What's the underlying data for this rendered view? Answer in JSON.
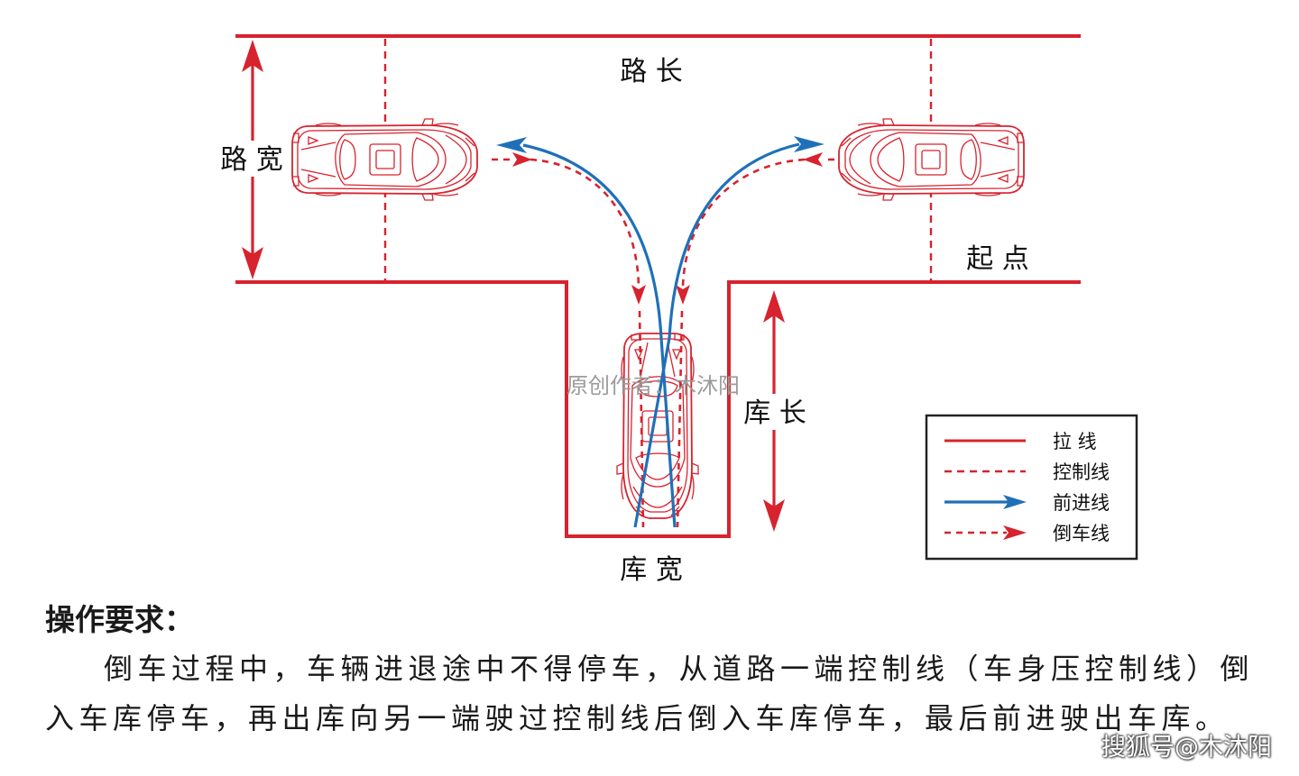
{
  "colors": {
    "line_red": "#d6232e",
    "forward_blue": "#1f70b8",
    "text_dark": "#1a1a1a",
    "watermark_gray": "#9b9b9b"
  },
  "diagram": {
    "road_length_label": "路 长",
    "road_width_label": "路 宽",
    "start_point_label": "起 点",
    "garage_length_label": "库 长",
    "garage_width_label": "库 宽",
    "watermark": "原创作者：木沐阳"
  },
  "legend": {
    "items": [
      {
        "label": "拉 线"
      },
      {
        "label": "控制线"
      },
      {
        "label": "前进线"
      },
      {
        "label": "倒车线"
      }
    ]
  },
  "requirements": {
    "heading": "操作要求：",
    "lines": [
      "倒车过程中，车辆进退途中不得停车，从道路一端控制线（车身压控制线）倒",
      "入车库停车，再出库向另一端驶过控制线后倒入车库停车，最后前进驶出车库。"
    ]
  },
  "footer": {
    "source_watermark": "搜狐号@木沐阳"
  }
}
